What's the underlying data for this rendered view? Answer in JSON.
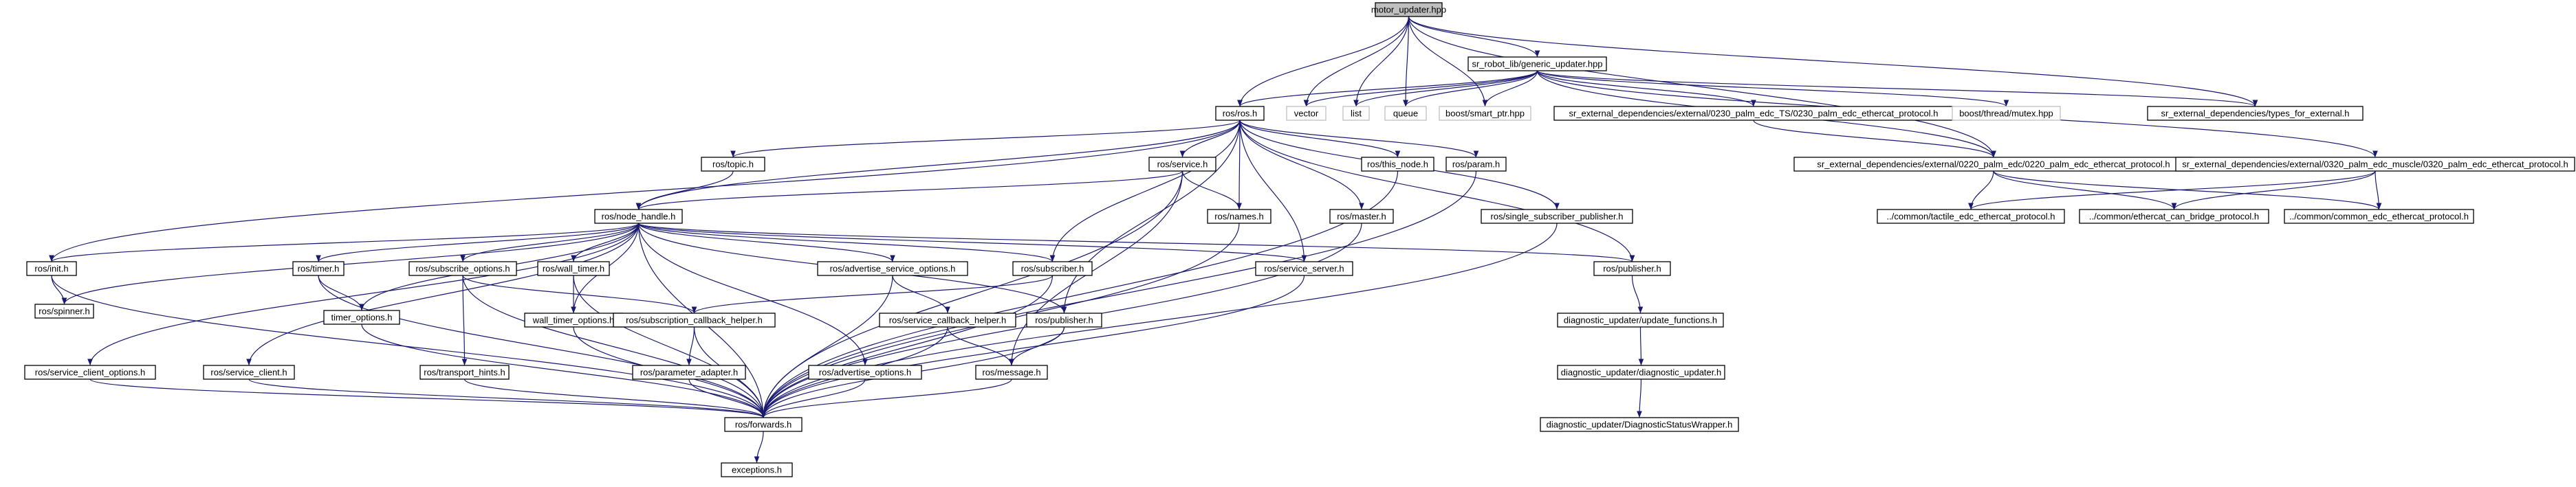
{
  "nodes": [
    {
      "id": "motor_updater",
      "label": "motor_updater.hpp",
      "root": true
    },
    {
      "id": "generic_updater",
      "label": "sr_robot_lib/generic_updater.hpp"
    },
    {
      "id": "ros",
      "label": "ros/ros.h"
    },
    {
      "id": "vector",
      "label": "vector",
      "plain": true
    },
    {
      "id": "list",
      "label": "list",
      "plain": true
    },
    {
      "id": "queue",
      "label": "queue",
      "plain": true
    },
    {
      "id": "smart_ptr",
      "label": "boost/smart_ptr.hpp",
      "plain": true
    },
    {
      "id": "ts_0230",
      "label": "sr_external_dependencies/external/0230_palm_edc_TS/0230_palm_edc_ethercat_protocol.h"
    },
    {
      "id": "mutex",
      "label": "boost/thread/mutex.hpp",
      "plain": true
    },
    {
      "id": "types_ext",
      "label": "sr_external_dependencies/types_for_external.h"
    },
    {
      "id": "edc_0220",
      "label": "sr_external_dependencies/external/0220_palm_edc/0220_palm_edc_ethercat_protocol.h"
    },
    {
      "id": "muscle_0320",
      "label": "sr_external_dependencies/external/0320_palm_edc_muscle/0320_palm_edc_ethercat_protocol.h"
    },
    {
      "id": "tactile",
      "label": "../common/tactile_edc_ethercat_protocol.h"
    },
    {
      "id": "can_bridge",
      "label": "../common/ethercat_can_bridge_protocol.h"
    },
    {
      "id": "common_edc",
      "label": "../common/common_edc_ethercat_protocol.h"
    },
    {
      "id": "topic",
      "label": "ros/topic.h"
    },
    {
      "id": "service",
      "label": "ros/service.h"
    },
    {
      "id": "this_node",
      "label": "ros/this_node.h"
    },
    {
      "id": "param",
      "label": "ros/param.h"
    },
    {
      "id": "names",
      "label": "ros/names.h"
    },
    {
      "id": "master",
      "label": "ros/master.h"
    },
    {
      "id": "single_sub_pub",
      "label": "ros/single_subscriber_publisher.h"
    },
    {
      "id": "node_handle",
      "label": "ros/node_handle.h"
    },
    {
      "id": "init",
      "label": "ros/init.h"
    },
    {
      "id": "spinner",
      "label": "ros/spinner.h"
    },
    {
      "id": "timer",
      "label": "ros/timer.h"
    },
    {
      "id": "timer_options",
      "label": "timer_options.h"
    },
    {
      "id": "subscribe_options",
      "label": "ros/subscribe_options.h"
    },
    {
      "id": "transport_hints",
      "label": "ros/transport_hints.h"
    },
    {
      "id": "wall_timer",
      "label": "ros/wall_timer.h"
    },
    {
      "id": "wall_timer_options",
      "label": "wall_timer_options.h"
    },
    {
      "id": "sub_cb_helper",
      "label": "ros/subscription_callback_helper.h"
    },
    {
      "id": "parameter_adapter",
      "label": "ros/parameter_adapter.h"
    },
    {
      "id": "adv_srv_options",
      "label": "ros/advertise_service_options.h"
    },
    {
      "id": "srv_cb_helper",
      "label": "ros/service_callback_helper.h"
    },
    {
      "id": "subscriber",
      "label": "ros/subscriber.h"
    },
    {
      "id": "ros_publisher",
      "label": "ros/publisher.h"
    },
    {
      "id": "message",
      "label": "ros/message.h"
    },
    {
      "id": "service_server",
      "label": "ros/service_server.h"
    },
    {
      "id": "advertise_options",
      "label": "ros/advertise_options.h"
    },
    {
      "id": "service_client",
      "label": "ros/service_client.h"
    },
    {
      "id": "srv_client_options",
      "label": "ros/service_client_options.h"
    },
    {
      "id": "forwards",
      "label": "ros/forwards.h"
    },
    {
      "id": "exceptions",
      "label": "exceptions.h"
    },
    {
      "id": "diag_publisher",
      "label": "ros/publisher.h"
    },
    {
      "id": "update_functions",
      "label": "diagnostic_updater/update_functions.h"
    },
    {
      "id": "diag_updater",
      "label": "diagnostic_updater/diagnostic_updater.h"
    },
    {
      "id": "status_wrapper",
      "label": "diagnostic_updater/DiagnosticStatusWrapper.h"
    }
  ],
  "edges": [
    [
      "motor_updater",
      "generic_updater"
    ],
    [
      "motor_updater",
      "ros"
    ],
    [
      "motor_updater",
      "vector"
    ],
    [
      "motor_updater",
      "list"
    ],
    [
      "motor_updater",
      "queue"
    ],
    [
      "motor_updater",
      "smart_ptr"
    ],
    [
      "motor_updater",
      "types_ext"
    ],
    [
      "motor_updater",
      "edc_0220"
    ],
    [
      "generic_updater",
      "ros"
    ],
    [
      "generic_updater",
      "vector"
    ],
    [
      "generic_updater",
      "list"
    ],
    [
      "generic_updater",
      "queue"
    ],
    [
      "generic_updater",
      "smart_ptr"
    ],
    [
      "generic_updater",
      "ts_0230"
    ],
    [
      "generic_updater",
      "mutex"
    ],
    [
      "generic_updater",
      "types_ext"
    ],
    [
      "generic_updater",
      "edc_0220"
    ],
    [
      "generic_updater",
      "muscle_0320"
    ],
    [
      "ts_0230",
      "edc_0220"
    ],
    [
      "edc_0220",
      "tactile"
    ],
    [
      "edc_0220",
      "can_bridge"
    ],
    [
      "edc_0220",
      "common_edc"
    ],
    [
      "muscle_0320",
      "tactile"
    ],
    [
      "muscle_0320",
      "can_bridge"
    ],
    [
      "muscle_0320",
      "common_edc"
    ],
    [
      "ros",
      "topic"
    ],
    [
      "ros",
      "service"
    ],
    [
      "ros",
      "this_node"
    ],
    [
      "ros",
      "param"
    ],
    [
      "ros",
      "names"
    ],
    [
      "ros",
      "master"
    ],
    [
      "ros",
      "single_sub_pub"
    ],
    [
      "ros",
      "node_handle"
    ],
    [
      "ros",
      "init"
    ],
    [
      "ros",
      "subscriber"
    ],
    [
      "ros",
      "ros_publisher"
    ],
    [
      "ros",
      "service_server"
    ],
    [
      "ros",
      "diag_publisher"
    ],
    [
      "topic",
      "node_handle"
    ],
    [
      "service",
      "node_handle"
    ],
    [
      "service",
      "names"
    ],
    [
      "service",
      "message"
    ],
    [
      "service",
      "forwards"
    ],
    [
      "this_node",
      "forwards"
    ],
    [
      "param",
      "forwards"
    ],
    [
      "names",
      "forwards"
    ],
    [
      "master",
      "forwards"
    ],
    [
      "single_sub_pub",
      "forwards"
    ],
    [
      "node_handle",
      "init"
    ],
    [
      "node_handle",
      "spinner"
    ],
    [
      "node_handle",
      "timer"
    ],
    [
      "node_handle",
      "timer_options"
    ],
    [
      "node_handle",
      "subscribe_options"
    ],
    [
      "node_handle",
      "wall_timer"
    ],
    [
      "node_handle",
      "wall_timer_options"
    ],
    [
      "node_handle",
      "adv_srv_options"
    ],
    [
      "node_handle",
      "subscriber"
    ],
    [
      "node_handle",
      "ros_publisher"
    ],
    [
      "node_handle",
      "service_server"
    ],
    [
      "node_handle",
      "advertise_options"
    ],
    [
      "node_handle",
      "service_client"
    ],
    [
      "node_handle",
      "srv_client_options"
    ],
    [
      "node_handle",
      "forwards"
    ],
    [
      "node_handle",
      "diag_publisher"
    ],
    [
      "init",
      "spinner"
    ],
    [
      "init",
      "forwards"
    ],
    [
      "timer",
      "timer_options"
    ],
    [
      "timer",
      "forwards"
    ],
    [
      "timer_options",
      "forwards"
    ],
    [
      "subscribe_options",
      "transport_hints"
    ],
    [
      "subscribe_options",
      "sub_cb_helper"
    ],
    [
      "subscribe_options",
      "forwards"
    ],
    [
      "transport_hints",
      "forwards"
    ],
    [
      "wall_timer",
      "wall_timer_options"
    ],
    [
      "wall_timer",
      "forwards"
    ],
    [
      "wall_timer_options",
      "forwards"
    ],
    [
      "sub_cb_helper",
      "parameter_adapter"
    ],
    [
      "sub_cb_helper",
      "forwards"
    ],
    [
      "parameter_adapter",
      "forwards"
    ],
    [
      "adv_srv_options",
      "srv_cb_helper"
    ],
    [
      "adv_srv_options",
      "forwards"
    ],
    [
      "srv_cb_helper",
      "message"
    ],
    [
      "srv_cb_helper",
      "forwards"
    ],
    [
      "subscriber",
      "sub_cb_helper"
    ],
    [
      "subscriber",
      "forwards"
    ],
    [
      "ros_publisher",
      "message"
    ],
    [
      "ros_publisher",
      "forwards"
    ],
    [
      "message",
      "forwards"
    ],
    [
      "service_server",
      "forwards"
    ],
    [
      "advertise_options",
      "forwards"
    ],
    [
      "service_client",
      "forwards"
    ],
    [
      "srv_client_options",
      "forwards"
    ],
    [
      "forwards",
      "exceptions"
    ],
    [
      "diag_publisher",
      "update_functions"
    ],
    [
      "update_functions",
      "diag_updater"
    ],
    [
      "diag_updater",
      "status_wrapper"
    ]
  ]
}
